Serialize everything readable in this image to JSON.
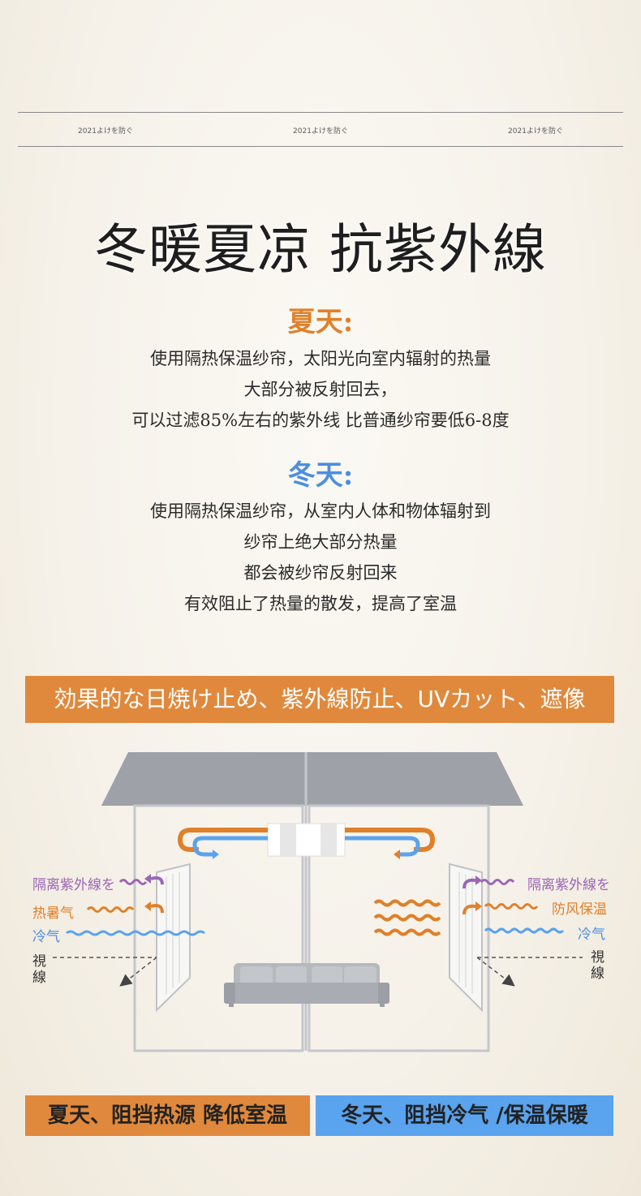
{
  "header": {
    "tags": [
      "2021よけを防ぐ",
      "2021よけを防ぐ",
      "2021よけを防ぐ"
    ]
  },
  "title": "冬暖夏凉 抗紫外線",
  "summer": {
    "heading": "夏天:",
    "lines": [
      "使用隔热保温纱帘，太阳光向室内辐射的热量",
      "大部分被反射回去，",
      "可以过滤85%左右的紫外线 比普通纱帘要低6-8度"
    ]
  },
  "winter": {
    "heading": "冬天:",
    "lines": [
      "使用隔热保温纱帘，从室内人体和物体辐射到",
      "纱帘上绝大部分热量",
      "都会被纱帘反射回来",
      "有效阻止了热量的散发，提高了室温"
    ]
  },
  "banner": "効果的な日焼け止め、紫外線防止、UVカット、遮像",
  "diagram": {
    "left_labels": {
      "uv": "隔离紫外線を",
      "heat": "热暑气",
      "cold": "冷气",
      "sight": "視\n線"
    },
    "right_labels": {
      "uv": "隔离紫外線を",
      "wind": "防风保温",
      "cold": "冷气",
      "sight": "視\n線"
    },
    "colors": {
      "orange": "#e0802a",
      "blue": "#5aa3ee",
      "purple": "#9b65b5",
      "roof": "#9ea1a7",
      "wall": "#c4c7cc"
    }
  },
  "buttons": {
    "summer": "夏天、阻挡热源 降低室温",
    "winter": "冬天、阻挡冷气 /保温保暖"
  }
}
